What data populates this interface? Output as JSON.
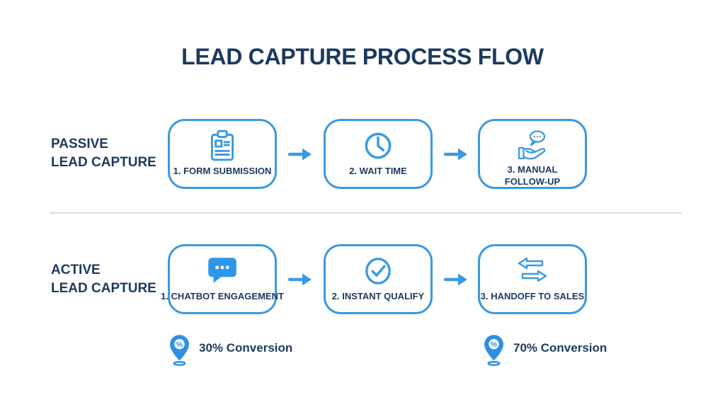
{
  "title": "LEAD CAPTURE PROCESS FLOW",
  "colors": {
    "accent_blue": "#3B99E0",
    "navy_text": "#1C3A5E",
    "pin_blue": "#2E8FE3",
    "divider_gray": "#DBDBDB",
    "background": "#FFFFFF"
  },
  "rows": [
    {
      "name": "passive",
      "label_line1": "PASSIVE",
      "label_line2": "LEAD CAPTURE",
      "steps": [
        {
          "label": "1. FORM SUBMISSION",
          "icon": "clipboard-icon"
        },
        {
          "label": "2. WAIT TIME",
          "icon": "clock-icon"
        },
        {
          "label": "3. MANUAL FOLLOW-UP",
          "icon": "hand-chat-icon"
        }
      ]
    },
    {
      "name": "active",
      "label_line1": "ACTIVE",
      "label_line2": "LEAD CAPTURE",
      "steps": [
        {
          "label": "1. CHATBOT ENGAGEMENT",
          "icon": "chat-bubble-icon"
        },
        {
          "label": "2. INSTANT QUALIFY",
          "icon": "check-circle-icon"
        },
        {
          "label": "3. HANDOFF TO SALES",
          "icon": "transfer-arrows-icon"
        }
      ]
    }
  ],
  "conversions": [
    {
      "label": "30% Conversion",
      "icon": "percent-pin-icon"
    },
    {
      "label": "70% Conversion",
      "icon": "percent-pin-icon"
    }
  ]
}
